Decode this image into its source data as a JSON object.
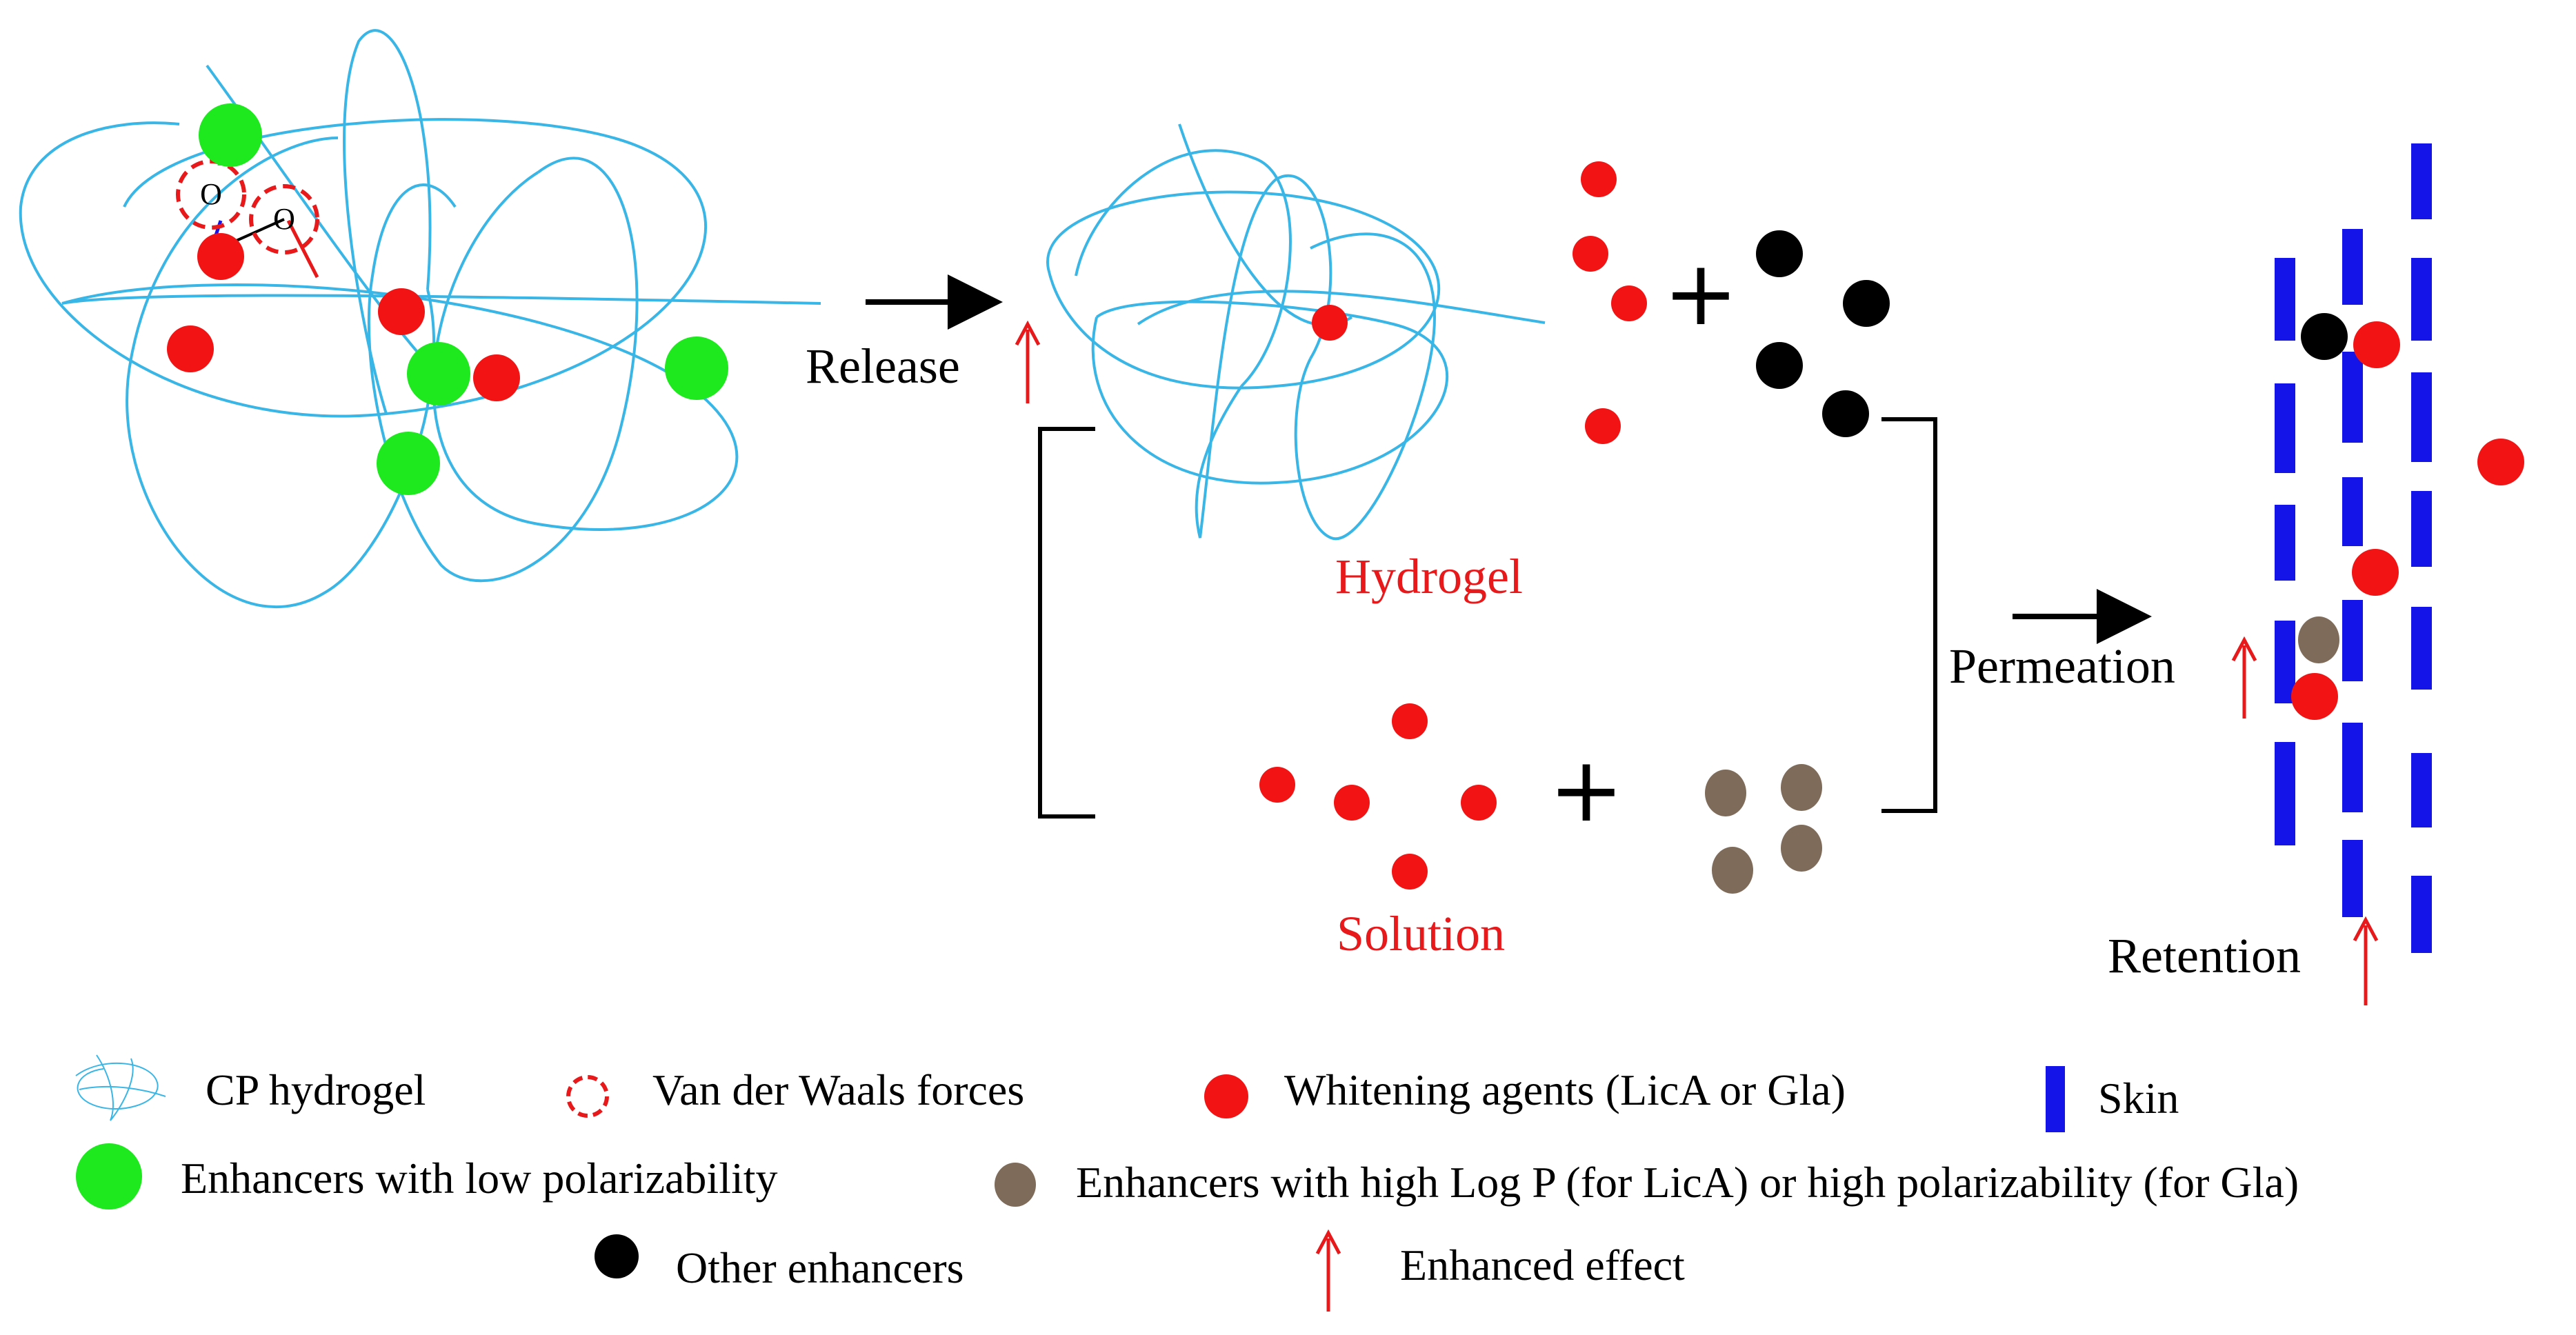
{
  "colors": {
    "hydrogel_fiber": "#39b6e6",
    "whitening_agent": "#f21414",
    "enhancer_low_polarizability": "#1ee81e",
    "enhancer_high_logp": "#7f6b5a",
    "other_enhancer": "#000000",
    "skin": "#1414e8",
    "enhanced_arrow": "#e8191b",
    "vdw_ring": "#e8191b"
  },
  "molecule": {
    "atom1": "O",
    "atom2": "O"
  },
  "process": {
    "release_label": "Release",
    "permeation_label": "Permeation",
    "retention_label": "Retention",
    "hydrogel_label": "Hydrogel",
    "solution_label": "Solution",
    "plus_sign": "+"
  },
  "legend": {
    "cp_hydrogel": "CP hydrogel",
    "vdw_forces": "Van der Waals forces",
    "whitening_agents": "Whitening agents (LicA or Gla)",
    "skin": "Skin",
    "enhancers_low_polarizability": "Enhancers with low polarizability",
    "enhancers_high_logp": "Enhancers with high Log P (for LicA) or high polarizability (for Gla)",
    "other_enhancers": "Other enhancers",
    "enhanced_effect": "Enhanced effect"
  }
}
